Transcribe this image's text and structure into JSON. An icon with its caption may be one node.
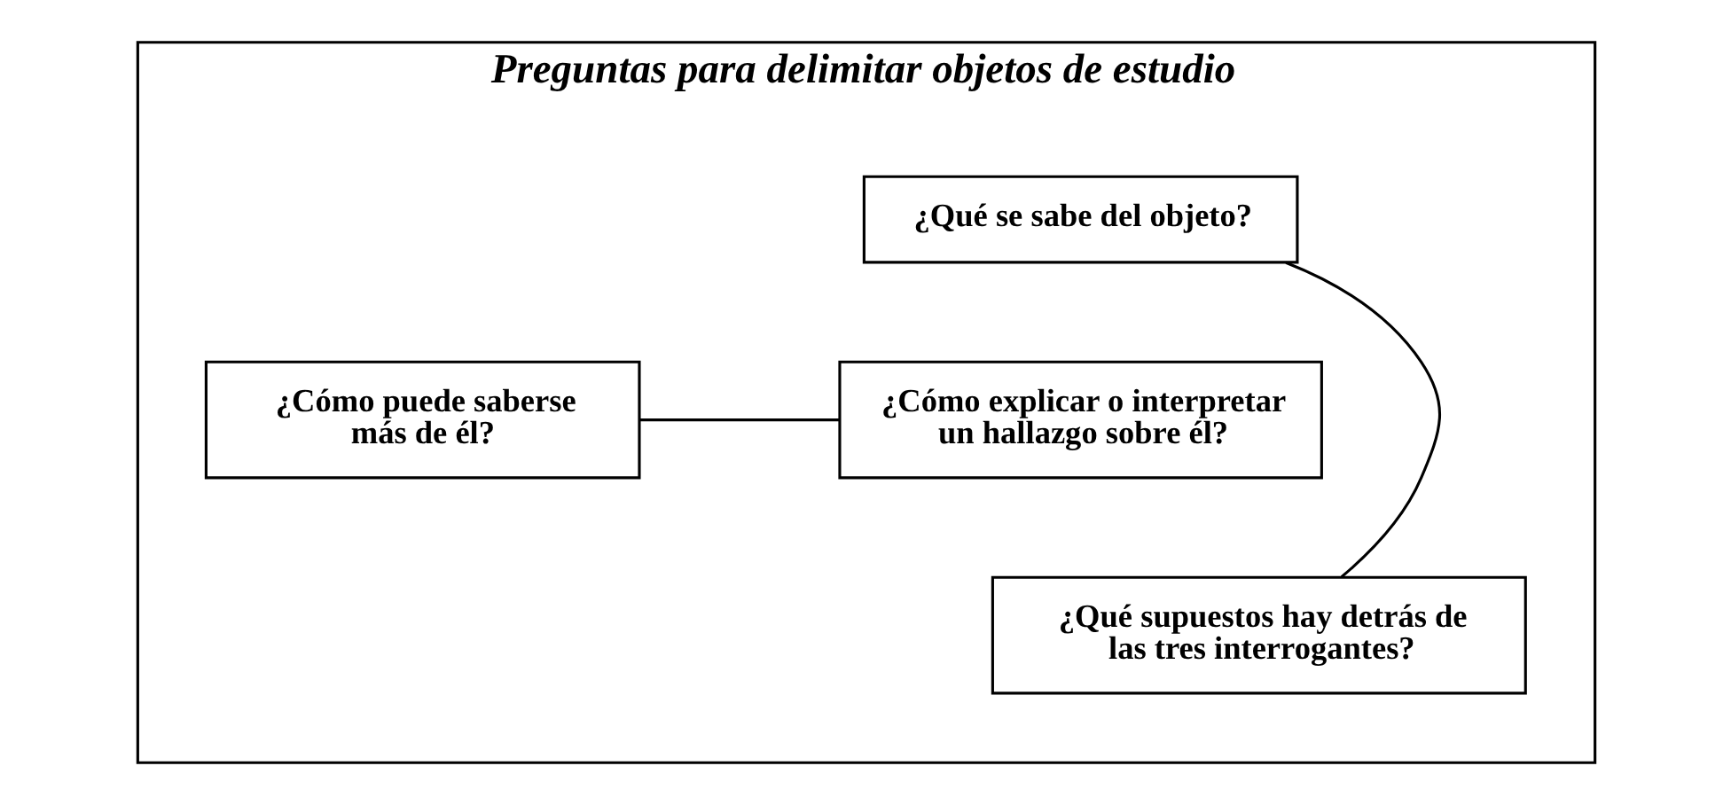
{
  "diagram": {
    "nodes": [
      {
        "text": [
          "Preguntas para delimitar objetos de estudio"
        ]
      },
      {
        "text": [
          "¿Qué se sabe del objeto?"
        ],
        "in": 0
      },
      {
        "text": [
          "¿Cómo puede saberse más de él?"
        ],
        "in": 0
      },
      {
        "text": [
          "¿Cómo explicar o interpretar un hallazgo sobre él?"
        ],
        "in": 0
      },
      {
        "text": [
          "¿Qué supuestos hay detrás de las tres interrogantes?"
        ],
        "in": 0
      }
    ],
    "edges": [
      {
        "from": 1,
        "to": 4,
        "arrow": "none"
      },
      {
        "from": 2,
        "to": 3,
        "arrow": "none"
      }
    ]
  }
}
